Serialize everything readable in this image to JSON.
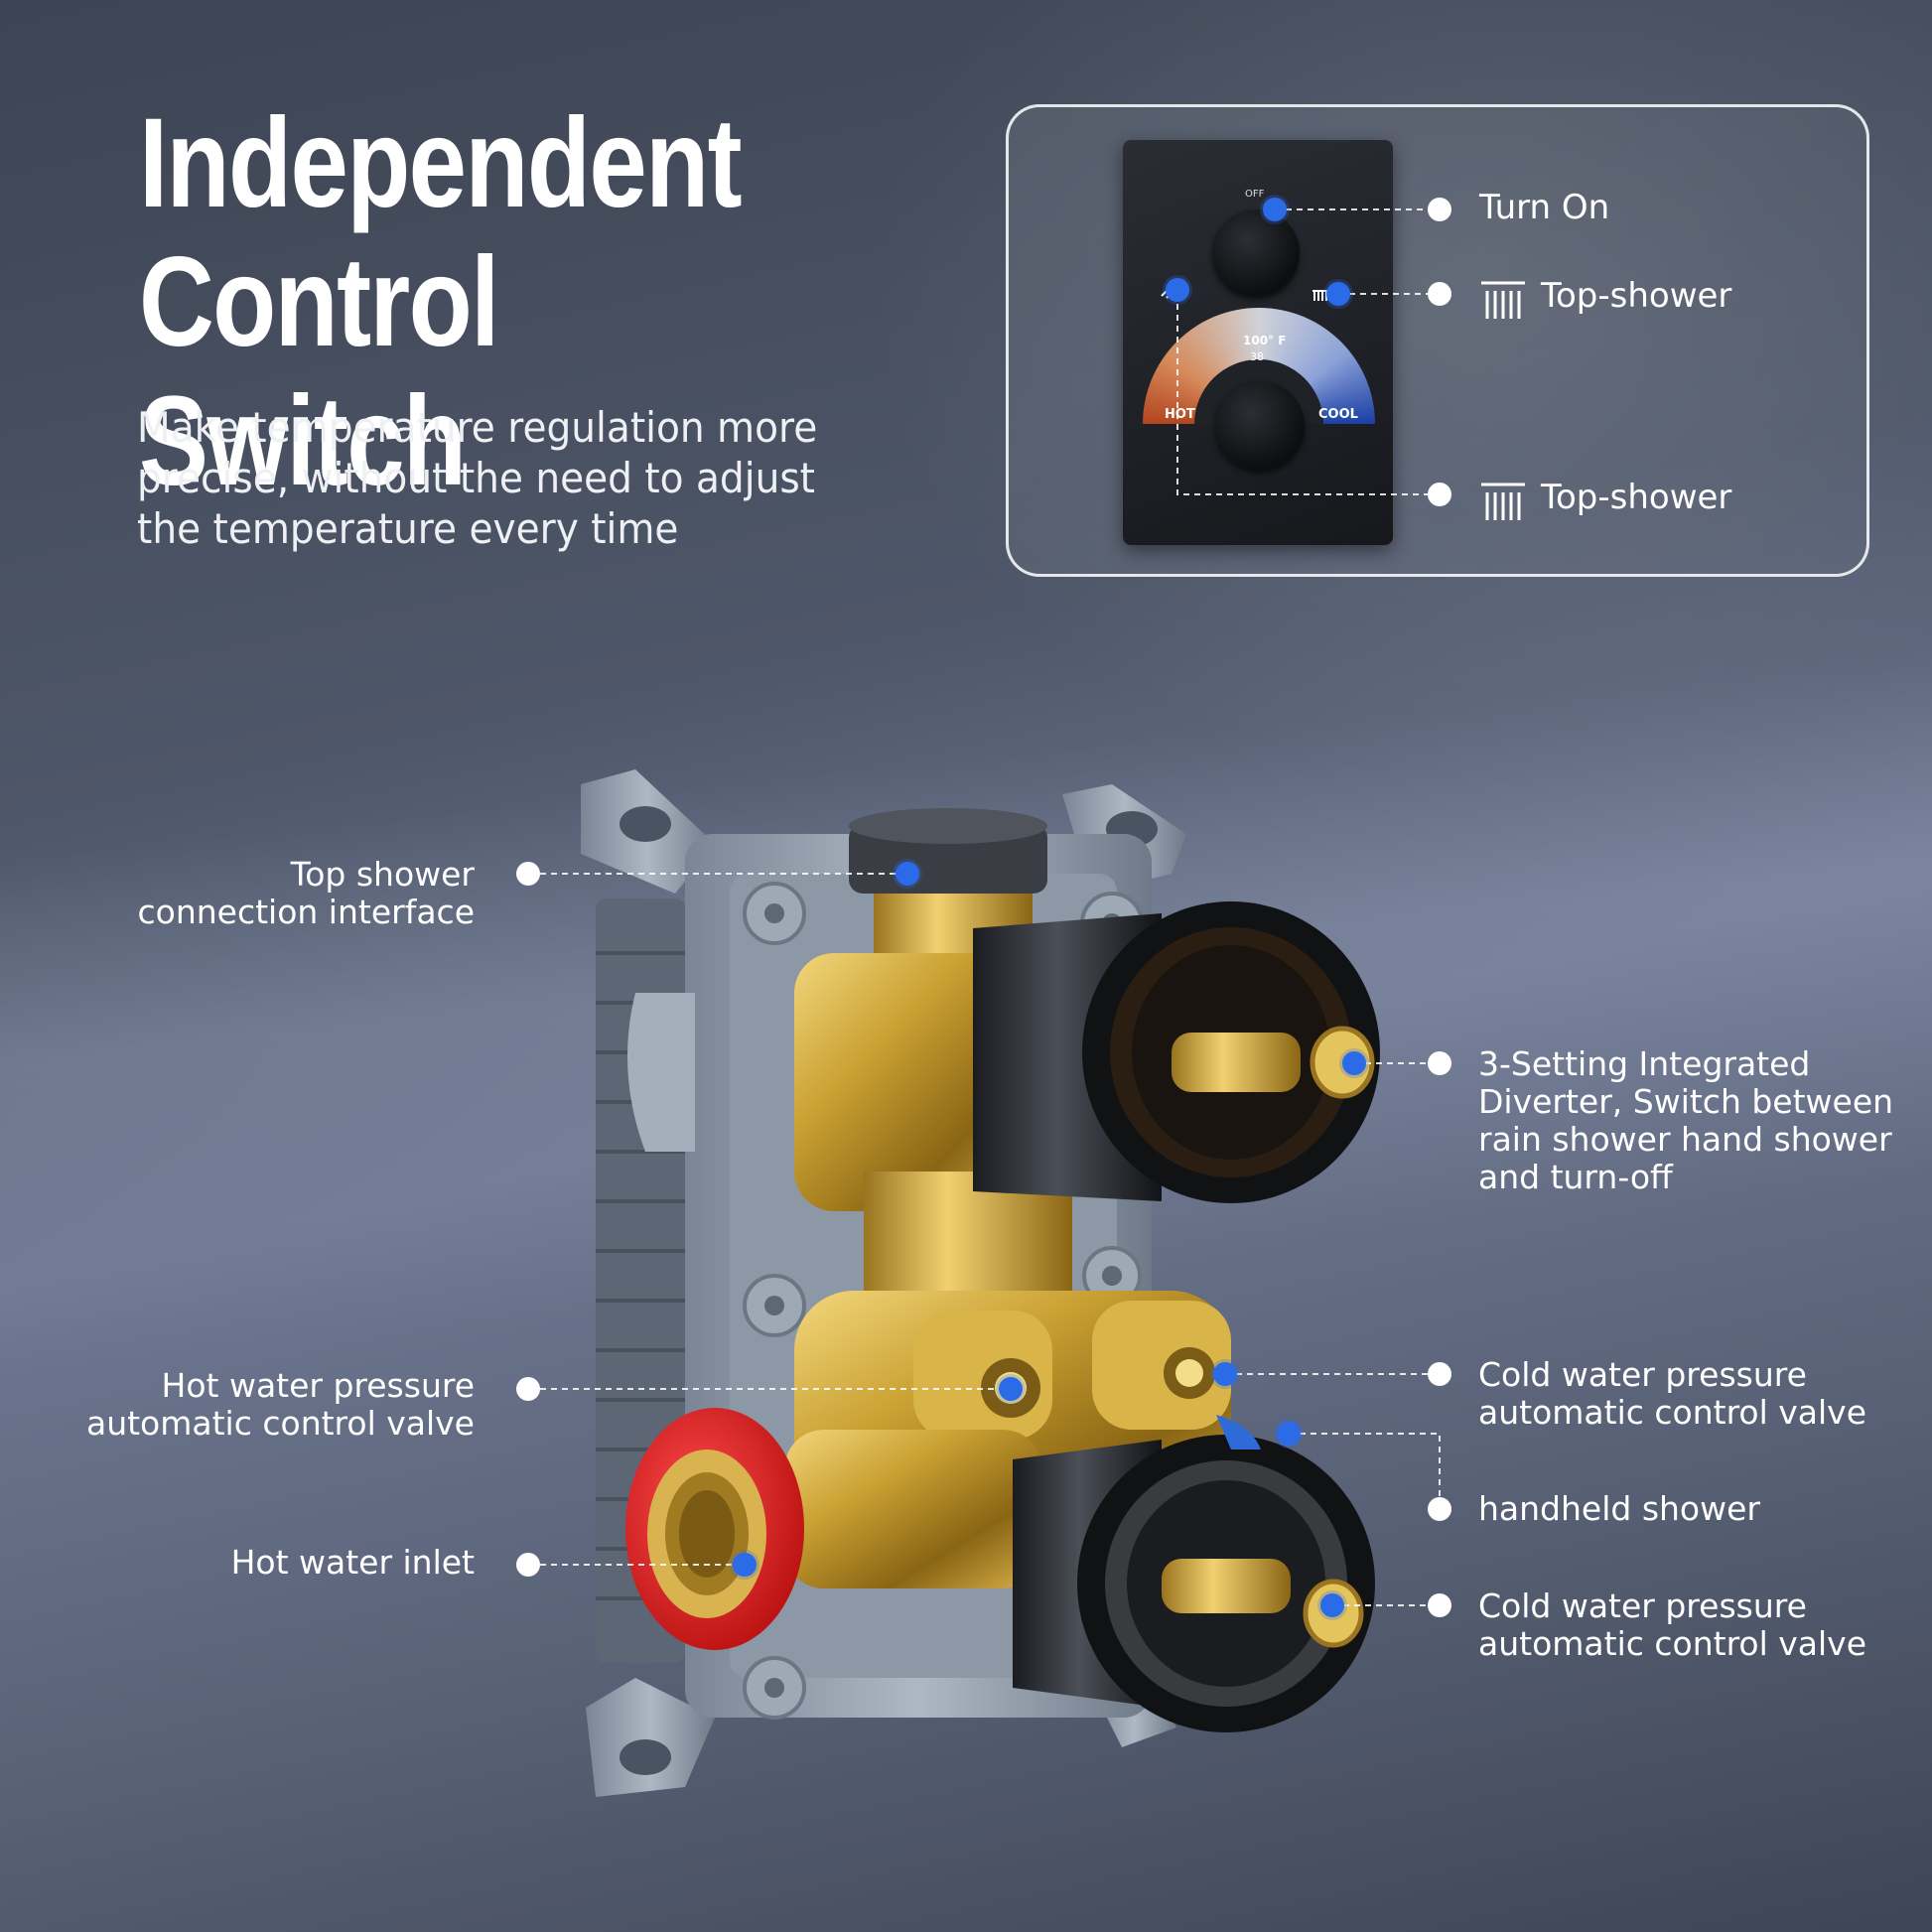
{
  "header": {
    "title_line1": "Independent",
    "title_line2": "Control Switch",
    "subtitle_line1": "Make temperature regulation more",
    "subtitle_line2": "precise, without the need to adjust",
    "subtitle_line3": "the temperature every time"
  },
  "faceplate": {
    "off_label": "OFF",
    "temp_label": "100° F",
    "temp_value": "38",
    "hot_label": "HOT",
    "cool_label": "COOL"
  },
  "panel_labels": {
    "turn_on": "Turn On",
    "top_shower_1": "Top-shower",
    "top_shower_2": "Top-shower"
  },
  "callouts": {
    "top_shower_line1": "Top shower",
    "top_shower_line2": "connection interface",
    "hot_valve_line1": "Hot water pressure",
    "hot_valve_line2": "automatic control valve",
    "hot_inlet": "Hot water inlet",
    "diverter_line1": "3-Setting Integrated",
    "diverter_line2": "Diverter, Switch between",
    "diverter_line3": "rain shower hand shower",
    "diverter_line4": "and turn-off",
    "cold_valve_1_line1": "Cold water pressure",
    "cold_valve_1_line2": "automatic control valve",
    "handheld": "handheld shower",
    "cold_valve_2_line1": "Cold water pressure",
    "cold_valve_2_line2": "automatic control valve"
  },
  "icons": {
    "shower_head": "shower-head-icon",
    "hand_shower": "hand-shower-icon"
  },
  "colors": {
    "marker_blue": "#2c6be8",
    "hot_red": "#e02020",
    "brass": "#c9a032",
    "cool_blue": "#1b3fa6"
  }
}
